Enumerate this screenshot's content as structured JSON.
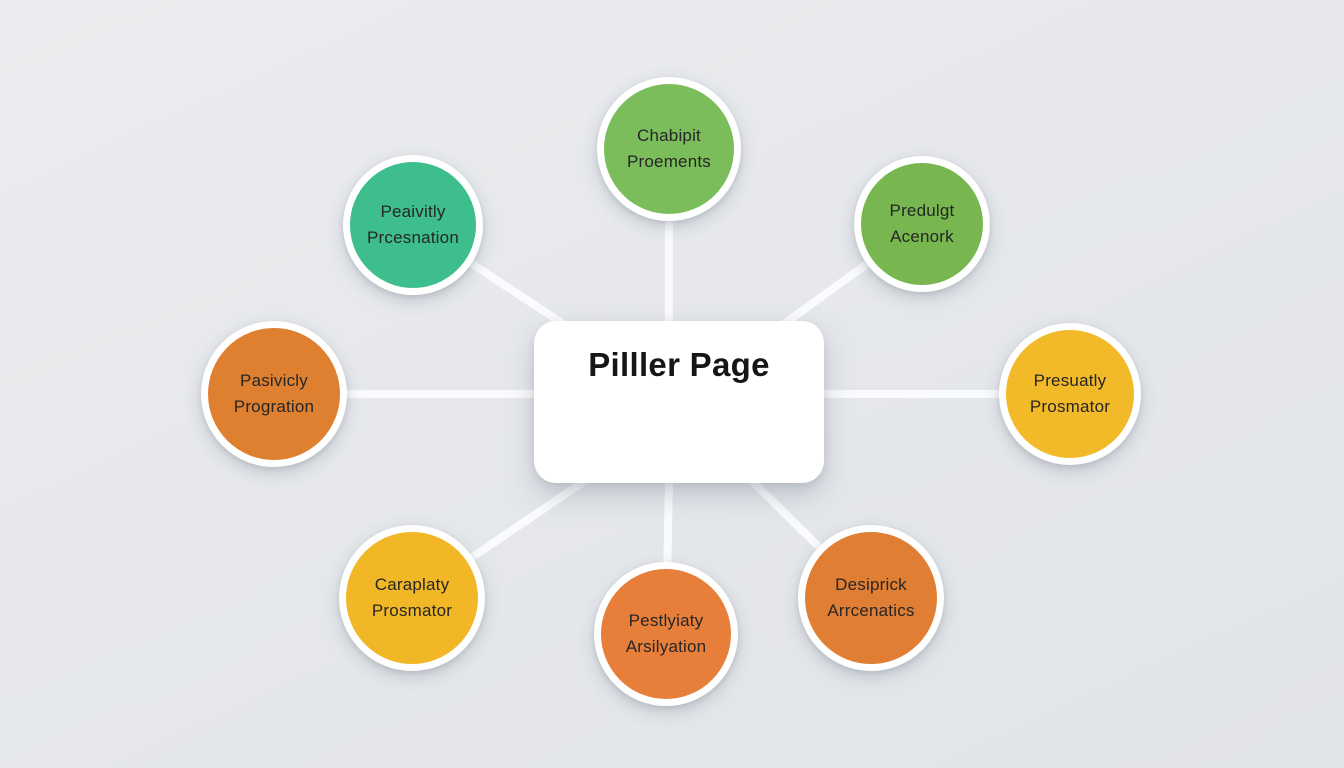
{
  "background": {
    "color_top": "#eaecef",
    "color_bottom": "#e1e4e8"
  },
  "connector_color": "#fafbfc",
  "diagram": {
    "center": {
      "title": "Pilller Page",
      "bg": "#ffffff",
      "text_color": "#161616"
    },
    "nodes": [
      {
        "id": "node-top",
        "line1": "Chabipit",
        "line2": "Proements",
        "color": "#7bbd5b",
        "position": "top"
      },
      {
        "id": "node-upper-left",
        "line1": "Peaivitly",
        "line2": "Prcesnation",
        "color": "#3ebe8d",
        "position": "upper-left"
      },
      {
        "id": "node-upper-right",
        "line1": "Predulgt",
        "line2": "Acenork",
        "color": "#78b64f",
        "position": "upper-right"
      },
      {
        "id": "node-left",
        "line1": "Pasivicly",
        "line2": "Progration",
        "color": "#df7f30",
        "position": "left"
      },
      {
        "id": "node-right",
        "line1": "Presuatly",
        "line2": "Prosmator",
        "color": "#f2b928",
        "position": "right"
      },
      {
        "id": "node-lower-left",
        "line1": "Caraplaty",
        "line2": "Prosmator",
        "color": "#f1b727",
        "position": "lower-left"
      },
      {
        "id": "node-bottom",
        "line1": "Pestlyiaty",
        "line2": "Arsilyation",
        "color": "#e77f3a",
        "position": "bottom"
      },
      {
        "id": "node-lower-right",
        "line1": "Desiprick",
        "line2": "Arrcenatics",
        "color": "#e07f33",
        "position": "lower-right"
      }
    ]
  }
}
